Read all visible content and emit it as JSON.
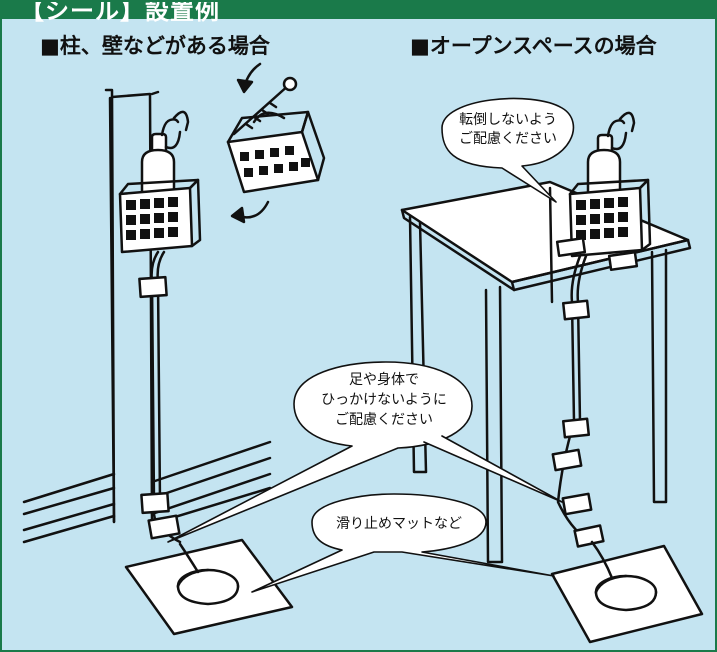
{
  "header": {
    "title": "【シール】設置例"
  },
  "left_panel": {
    "heading": "■柱、壁などがある場合"
  },
  "right_panel": {
    "heading": "■オープンスペースの場合"
  },
  "callouts": {
    "tip_over": [
      "転倒しないよう",
      "ご配慮ください"
    ],
    "trip": [
      "足や身体で",
      "ひっかけないように",
      "ご配慮ください"
    ],
    "mat": [
      "滑り止めマットなど"
    ]
  },
  "colors": {
    "background": "#c4e4f1",
    "header": "#1a7a4a",
    "ink": "#111111"
  }
}
